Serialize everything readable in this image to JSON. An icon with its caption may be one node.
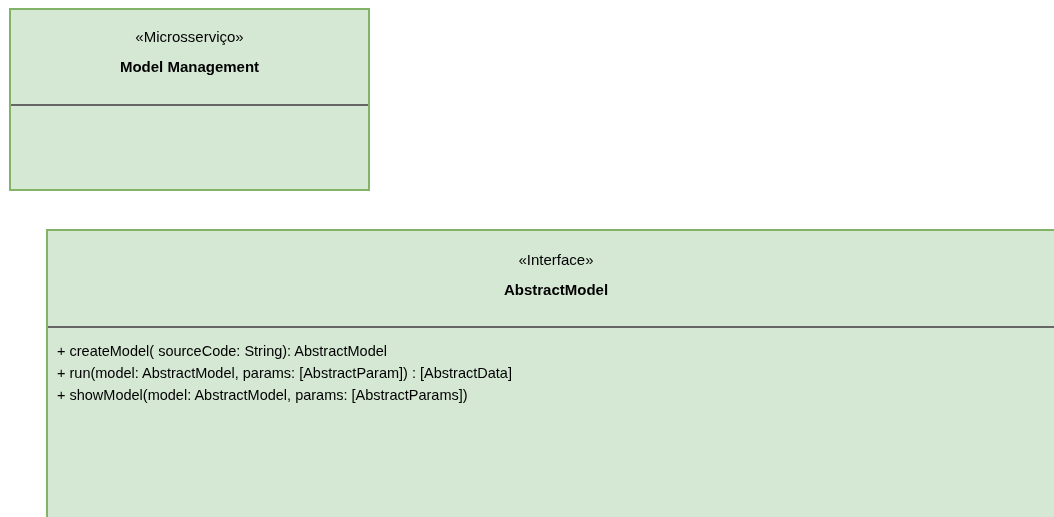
{
  "diagram": {
    "nodes": [
      {
        "text": [
          "«Microsserviço»",
          "Model Management"
        ]
      },
      {
        "text": [
          "«Interface»",
          "AbstractModel",
          "+ createModel( sourceCode: String): AbstractModel",
          "+ run(model: AbstractModel, params: [AbstractParam]) : [AbstractData]",
          "+ showModel(model: AbstractModel, params: [AbstractParams])"
        ]
      }
    ]
  }
}
